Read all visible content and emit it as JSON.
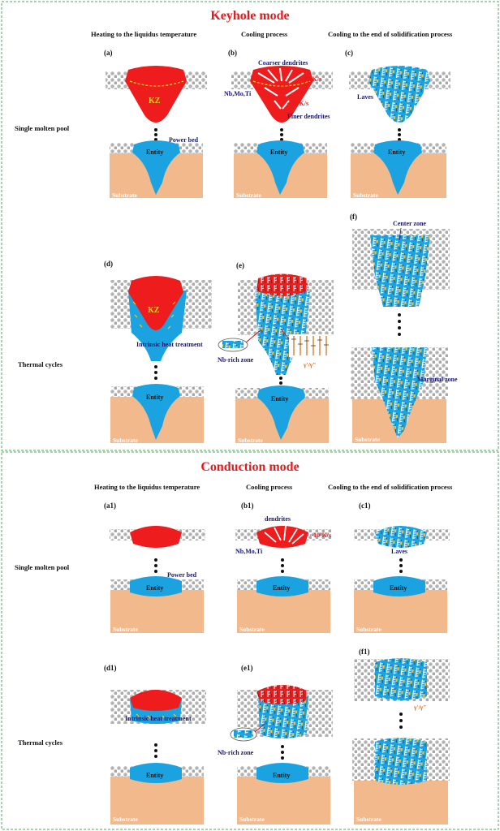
{
  "colors": {
    "title": "#e8181b",
    "melt": "#ee1c1c",
    "entity": "#1aa3e0",
    "substrate": "#f2b98c",
    "powder": "#b4b4b4",
    "label": "#1a1a70",
    "gamma_label": "#d06a10",
    "frame": "#4aaa55"
  },
  "keyhole": {
    "title": "Keyhole mode",
    "col_heating": "Heating to the liquidus temperature",
    "col_cooling": "Cooling process",
    "col_end": "Cooling to the end of solidification process",
    "row_single": "Single molten pool",
    "row_thermal": "Thermal cycles",
    "panel_a": "(a)",
    "panel_b": "(b)",
    "panel_c": "(c)",
    "panel_d": "(d)",
    "panel_e": "(e)",
    "panel_f": "(f)",
    "kz": "KZ",
    "kz_d": "KZ",
    "power_bed": "Power bed",
    "entity": "Entity",
    "substrate": "Substrate",
    "coarser_dendrites": "Coarser dendrites",
    "rate_high": "~10⁴K/s",
    "rate_low": "~10⁷K/s",
    "elements": "Nb,Mo,Ti",
    "finer_dendrites": "Finer dendrites",
    "laves": "Laves",
    "intrinsic_heat": "Intrinsic heat treatment",
    "nb_rich": "Nb-rich zone",
    "gamma": "γ'/γ\"",
    "center_zone": "Center zone",
    "marginal_zone": "Marginal zone"
  },
  "conduction": {
    "title": "Conduction mode",
    "col_heating": "Heating to the liquidus temperature",
    "col_cooling": "Cooling process",
    "col_end": "Cooling to the end of solidification process",
    "row_single": "Single molten pool",
    "row_thermal": "Thermal cycles",
    "panel_a1": "(a1)",
    "panel_b1": "(b1)",
    "panel_c1": "(c1)",
    "panel_d1": "(d1)",
    "panel_e1": "(e1)",
    "panel_f1": "(f1)",
    "power_bed": "Power bed",
    "entity": "Entity",
    "substrate": "Substrate",
    "dendrites": "dendrites",
    "rate": "~10⁴K/s",
    "elements": "Nb,Mo,Ti",
    "laves": "Laves",
    "intrinsic_heat": "Intrinsic heat treatment",
    "nb_rich": "Nb-rich zone",
    "gamma": "γ'/γ\""
  }
}
